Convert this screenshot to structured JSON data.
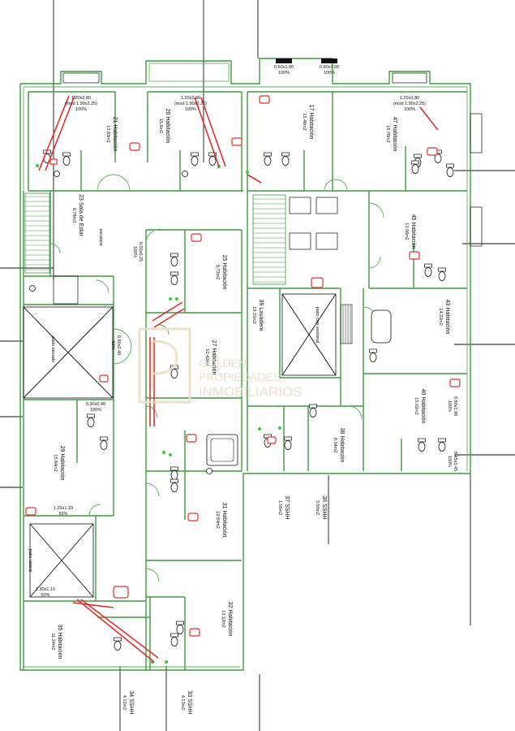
{
  "rooms": {
    "r34": {
      "name": "34 SSHH",
      "area": "4.12m2"
    },
    "r33": {
      "name": "33 SSHH",
      "area": "4.13m2"
    },
    "r37": {
      "name": "37 SSHH",
      "area": "1.56m2"
    },
    "r36": {
      "name": "36 SSHH",
      "area": "3.50m2"
    },
    "r21": {
      "name": "21 Habitación",
      "area": "13.83m2"
    },
    "r20": {
      "name": "20 Habitación",
      "area": "15.6m2"
    },
    "r17": {
      "name": "17 Habitación",
      "area": "15.48m2"
    },
    "r47": {
      "name": "47 Habitación",
      "area": "16.78m2"
    },
    "r23": {
      "name": "23 Sala de Estar",
      "area": "6.78m2"
    },
    "r25": {
      "name": "25 Habitación",
      "area": "8.73m2"
    },
    "r27": {
      "name": "27 Habitación",
      "area": "10.42m2"
    },
    "r29": {
      "name": "29 Habitación",
      "area": "15.84m2"
    },
    "r31": {
      "name": "31 Habitación",
      "area": "12.84m2"
    },
    "r32": {
      "name": "32 Habitación",
      "area": "13.12m2"
    },
    "r35": {
      "name": "35 Habitación",
      "area": "11.24m2"
    },
    "r39": {
      "name": "39 Lavadero",
      "area": "10.15m2"
    },
    "r38": {
      "name": "38 Habitación",
      "area": "8.34m2"
    },
    "r45": {
      "name": "45 Habitación",
      "area": "13.56m2"
    },
    "r43": {
      "name": "43 Habitación",
      "area": "14.22m2"
    },
    "r40": {
      "name": "40 Habitación",
      "area": "15.02m2"
    }
  },
  "openings": {
    "o1": {
      "size": "1.20x2.80",
      "note": "(mod 1.90x2.25)",
      "pct": "100%"
    },
    "o2": {
      "size": "1.20x2.80",
      "note": "(mod 1.90x2.25)",
      "pct": "100%"
    },
    "o3": {
      "size": "0.60x1.90",
      "pct": "100%"
    },
    "o4": {
      "size": "0.60x1.90",
      "pct": "100%"
    },
    "o5": {
      "size": "1.20x2.80",
      "note": "(mod 1.90x2.25)",
      "pct": "100%"
    },
    "o6": {
      "size": "0.30x0.40",
      "pct": "100%"
    },
    "o7": {
      "size": "1.20x1.10",
      "pct": "50%"
    },
    "o8": {
      "size": "1.30x1.10",
      "pct": "50%"
    },
    "o9": {
      "size": "0.55x0.25",
      "pct": "100%"
    },
    "o10": {
      "size": "0.80x0.40",
      "pct": "50%"
    },
    "o11": {
      "size": "0.45x0.45",
      "pct": "100%"
    },
    "o12": {
      "size": "0.80x1.90",
      "pct": "100%"
    }
  },
  "notes": {
    "patio_aireado": "patio aireado",
    "patio_lateral": "patio lateral",
    "ventanal": "patio con ventanal",
    "escalera": "escalera"
  },
  "watermark": {
    "line1": "GOLDEN",
    "line2": "PROPIEDADES",
    "line3": "INMOBILIARIOS"
  }
}
